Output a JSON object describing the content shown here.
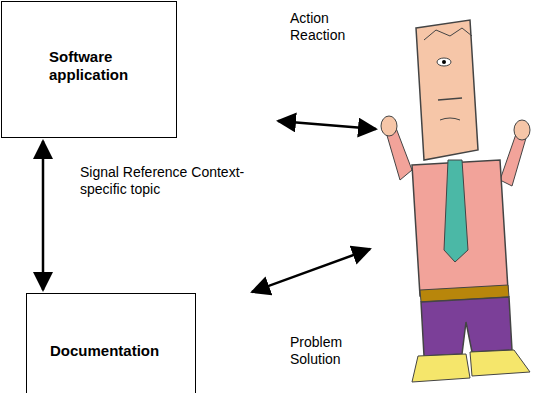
{
  "diagram": {
    "nodes": [
      {
        "text": [
          "Software application"
        ]
      },
      {
        "text": [
          "Documentation"
        ]
      }
    ],
    "edges": [
      {
        "from": 0,
        "to": 1,
        "arrow": "both",
        "label": "Signal Reference Context-specific topic"
      }
    ],
    "labels": [
      "Action Reaction",
      "Problem Solution"
    ]
  }
}
